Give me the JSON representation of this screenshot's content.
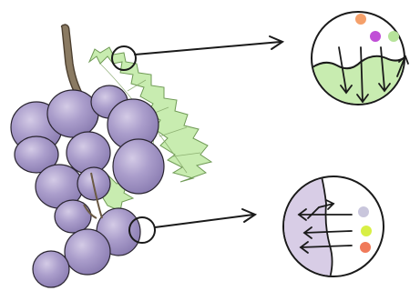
{
  "illustration": {
    "subject": "grape-cluster-with-leaf",
    "callouts": [
      {
        "id": "leaf-zoom",
        "target": "leaf",
        "particles": [
          {
            "color": "#f5a06a"
          },
          {
            "color": "#c04fd6"
          },
          {
            "color": "#b6e39a"
          }
        ],
        "arrow_direction": "down"
      },
      {
        "id": "berry-zoom",
        "target": "grape-berry",
        "particles": [
          {
            "color": "#c9c6dc"
          },
          {
            "color": "#d8ef45"
          },
          {
            "color": "#f07a5a"
          }
        ],
        "arrow_direction": "left"
      }
    ]
  },
  "colors": {
    "stem": "#8a7a62",
    "leaf_fill": "#c8ecb0",
    "leaf_vein": "#6a8a4a",
    "grape_fill": "#a99bc9",
    "grape_shadow": "#8b7cb0",
    "grape_highlight": "#d4cbe6",
    "outline": "#1a1a1a",
    "zoom_leaf_fill": "#c8ecb0",
    "zoom_berry_fill": "#d8cde6"
  }
}
